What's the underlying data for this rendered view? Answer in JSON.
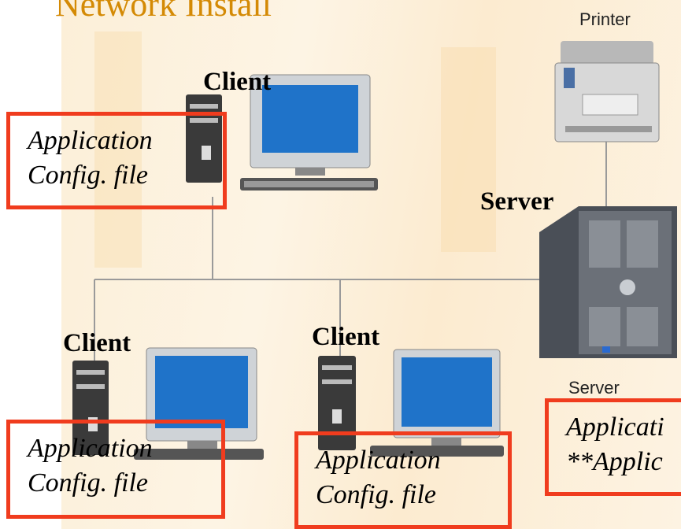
{
  "title": "Network Install",
  "labels": {
    "client_top": "Client",
    "client_bottom_left": "Client",
    "client_bottom_mid": "Client",
    "server_bold": "Server",
    "printer_caption": "Printer",
    "server_caption": "Server"
  },
  "notes": {
    "client_top": [
      "Application",
      "Config. file"
    ],
    "client_bottom_left": [
      "Application",
      "Config. file"
    ],
    "client_bottom_mid": [
      "Application",
      "Config. file"
    ],
    "server": [
      "Applicati",
      "**Applic"
    ]
  },
  "colors": {
    "note_border": "#f03c1e",
    "title": "#d48a05",
    "network_line": "#9a9a9a"
  }
}
